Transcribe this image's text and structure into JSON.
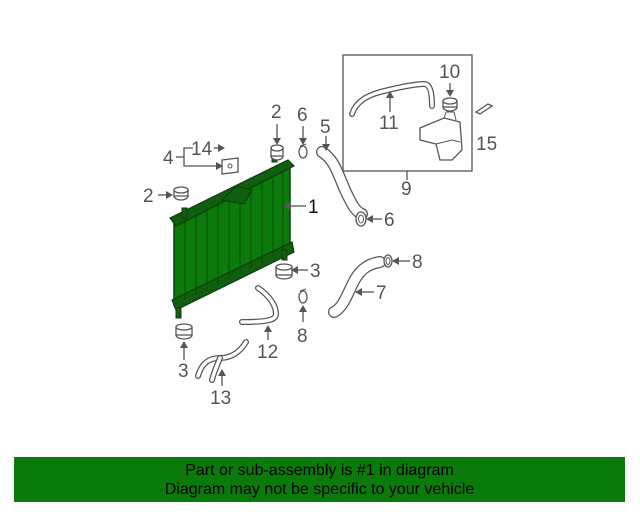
{
  "colors": {
    "highlight": "#0a7a0a",
    "banner": "#0a7a0a",
    "line": "#555555"
  },
  "callouts": {
    "c1": "1",
    "c2a": "2",
    "c2b": "2",
    "c3a": "3",
    "c3b": "3",
    "c4": "4",
    "c5": "5",
    "c6a": "6",
    "c6b": "6",
    "c7": "7",
    "c8a": "8",
    "c8b": "8",
    "c9": "9",
    "c10": "10",
    "c11": "11",
    "c12": "12",
    "c13": "13",
    "c14": "14",
    "c15": "15"
  },
  "banner": {
    "line1": "Part or sub-assembly is #1 in diagram",
    "line2": "Diagram may not be specific to your vehicle"
  }
}
